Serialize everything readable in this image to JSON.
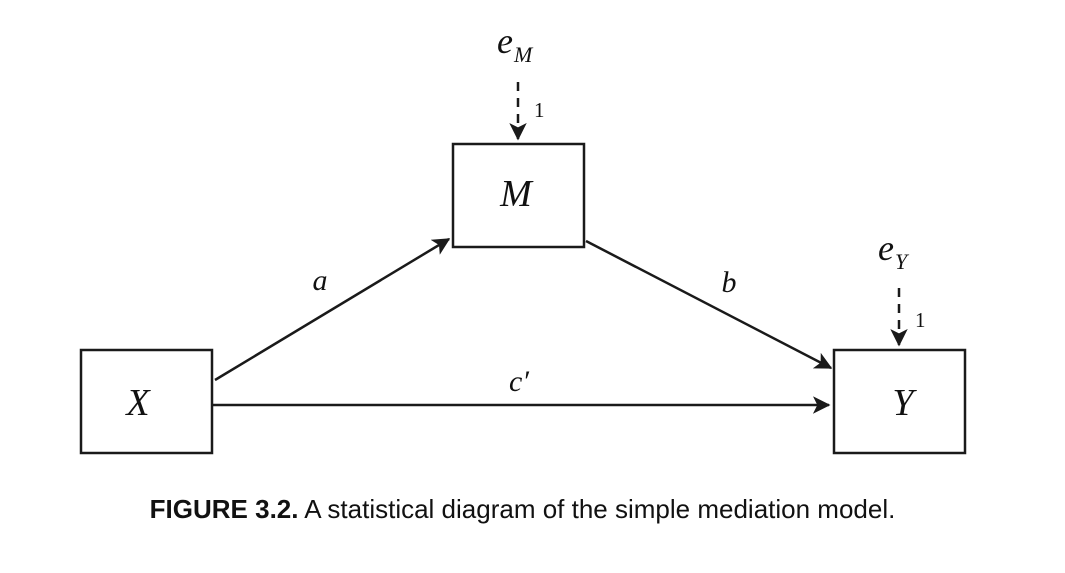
{
  "nodes": {
    "x": "X",
    "m": "M",
    "y": "Y"
  },
  "paths": {
    "a": "a",
    "b": "b",
    "c_prime": "c′"
  },
  "errors": {
    "m": {
      "base": "e",
      "sub": "M",
      "loading": "1"
    },
    "y": {
      "base": "e",
      "sub": "Y",
      "loading": "1"
    }
  },
  "caption": {
    "label": "FIGURE 3.2.",
    "text": "A statistical diagram of the simple mediation model."
  },
  "colors": {
    "line": "#1a1a1a",
    "text": "#111111"
  }
}
